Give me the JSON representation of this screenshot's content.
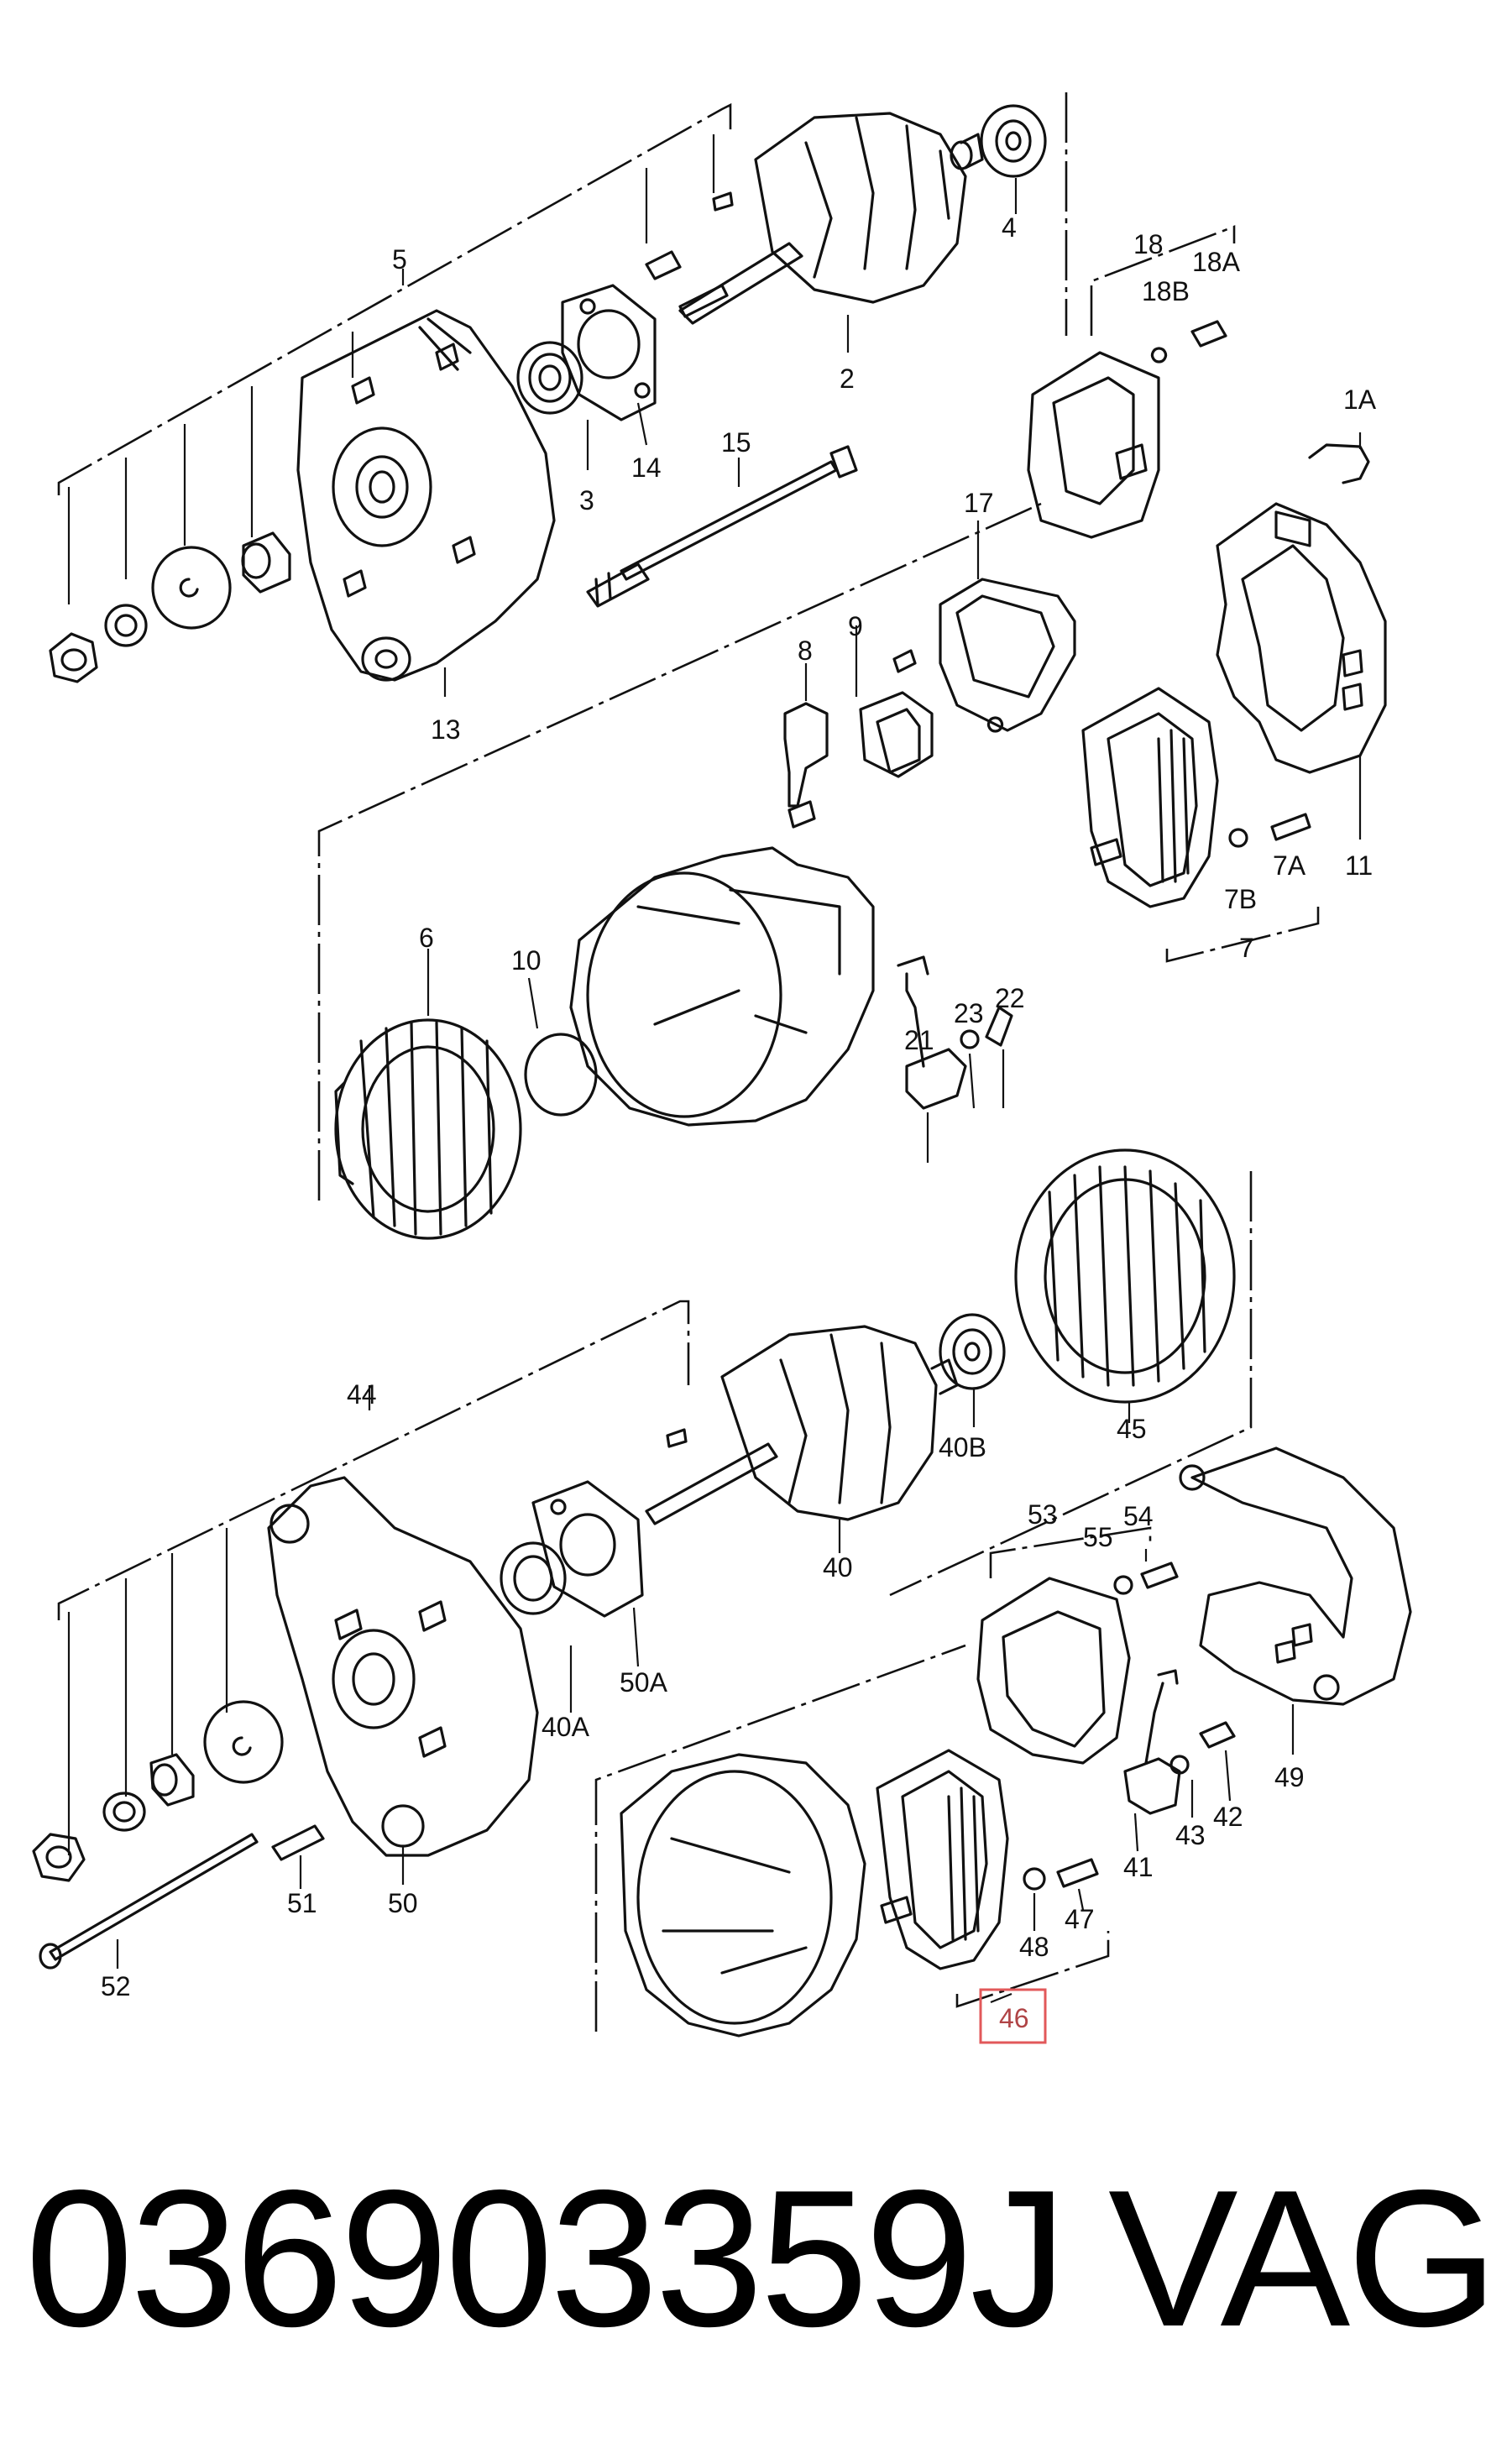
{
  "labels": {
    "n5": "5",
    "n4": "4",
    "n2": "2",
    "n18": "18",
    "n18A": "18A",
    "n18B": "18B",
    "n1A": "1A",
    "n15": "15",
    "n14": "14",
    "n3": "3",
    "n13": "13",
    "n17": "17",
    "n8": "8",
    "n9": "9",
    "n11": "11",
    "n7A": "7A",
    "n7B": "7B",
    "n7": "7",
    "n6": "6",
    "n10": "10",
    "n21": "21",
    "n23": "23",
    "n22": "22",
    "n44": "44",
    "n45": "45",
    "n40B": "40B",
    "n40": "40",
    "n53": "53",
    "n55": "55",
    "n54": "54",
    "n50A": "50A",
    "n40A": "40A",
    "n49": "49",
    "n42": "42",
    "n43": "43",
    "n41": "41",
    "n47": "47",
    "n48": "48",
    "n46": "46",
    "n51": "51",
    "n50": "50",
    "n52": "52"
  },
  "footer": {
    "part_number": "036903359J",
    "brand": "VAG"
  },
  "colors": {
    "highlight": "#e2585a",
    "ink": "#111111"
  }
}
